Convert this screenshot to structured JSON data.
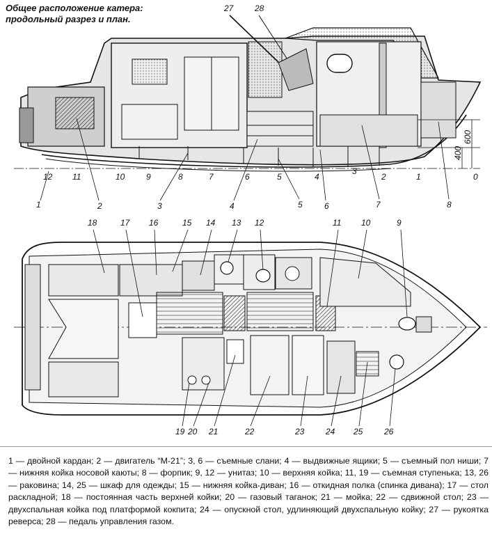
{
  "title": {
    "line1": "Общее расположение катера:",
    "line2": "продольный разрез и план."
  },
  "side_view": {
    "callouts": [
      "27",
      "28",
      "12",
      "11",
      "10",
      "9",
      "8",
      "7",
      "6",
      "5",
      "4",
      "3",
      "2",
      "1",
      "0",
      "1",
      "2",
      "3",
      "4",
      "5",
      "6",
      "7",
      "8"
    ],
    "dimension_1": "600",
    "dimension_2": "400"
  },
  "plan_view": {
    "callouts_top": [
      "18",
      "17",
      "16",
      "15",
      "14",
      "13",
      "12",
      "11",
      "10",
      "9"
    ],
    "callouts_bottom": [
      "19",
      "20",
      "21",
      "22",
      "23",
      "24",
      "25",
      "26"
    ]
  },
  "legend": "1 — двойной кардан; 2 — двигатель “М-21”; 3, 6 — съемные слани; 4 — выдвижные ящики; 5 — съемный пол ниши; 7 — нижняя койка носовой каюты; 8 — форпик; 9, 12 — унитаз; 10 — верхняя койка; 11, 19 — съемная ступенька; 13, 26 — раковина; 14, 25 — шкаф для одежды; 15 — нижняя койка-диван; 16 — откидная полка (спинка дивана); 17 — стол раскладной; 18 — постоянная часть верхней койки; 20 — газовый таганок; 21 — мойка; 22 — сдвижной стол; 23 — двухспальная койка под платформой кокпита; 24 — опускной стол, удлиняющий двухспальную койку; 27 — рукоятка реверса; 28 — педаль управления газом."
}
